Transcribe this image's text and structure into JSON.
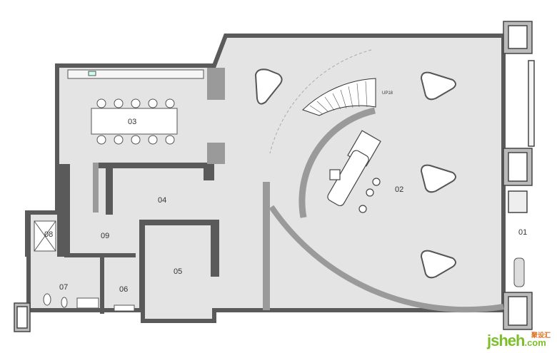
{
  "rooms": {
    "r01": "01",
    "r02": "02",
    "r03": "03",
    "r04": "04",
    "r05": "05",
    "r06": "06",
    "r07": "07",
    "r08": "08",
    "r09": "09"
  },
  "stair_label": "UP18",
  "watermark": {
    "main": "jsheh",
    "domain": ".com",
    "chinese": "聚设汇"
  },
  "colors": {
    "floor": "#e4e4e4",
    "wall": "#5a5a5a",
    "wall_light": "#9a9a9a",
    "furniture": "#ffffff",
    "logo_green": "#7cbf2a",
    "logo_orange": "#e0701f"
  }
}
